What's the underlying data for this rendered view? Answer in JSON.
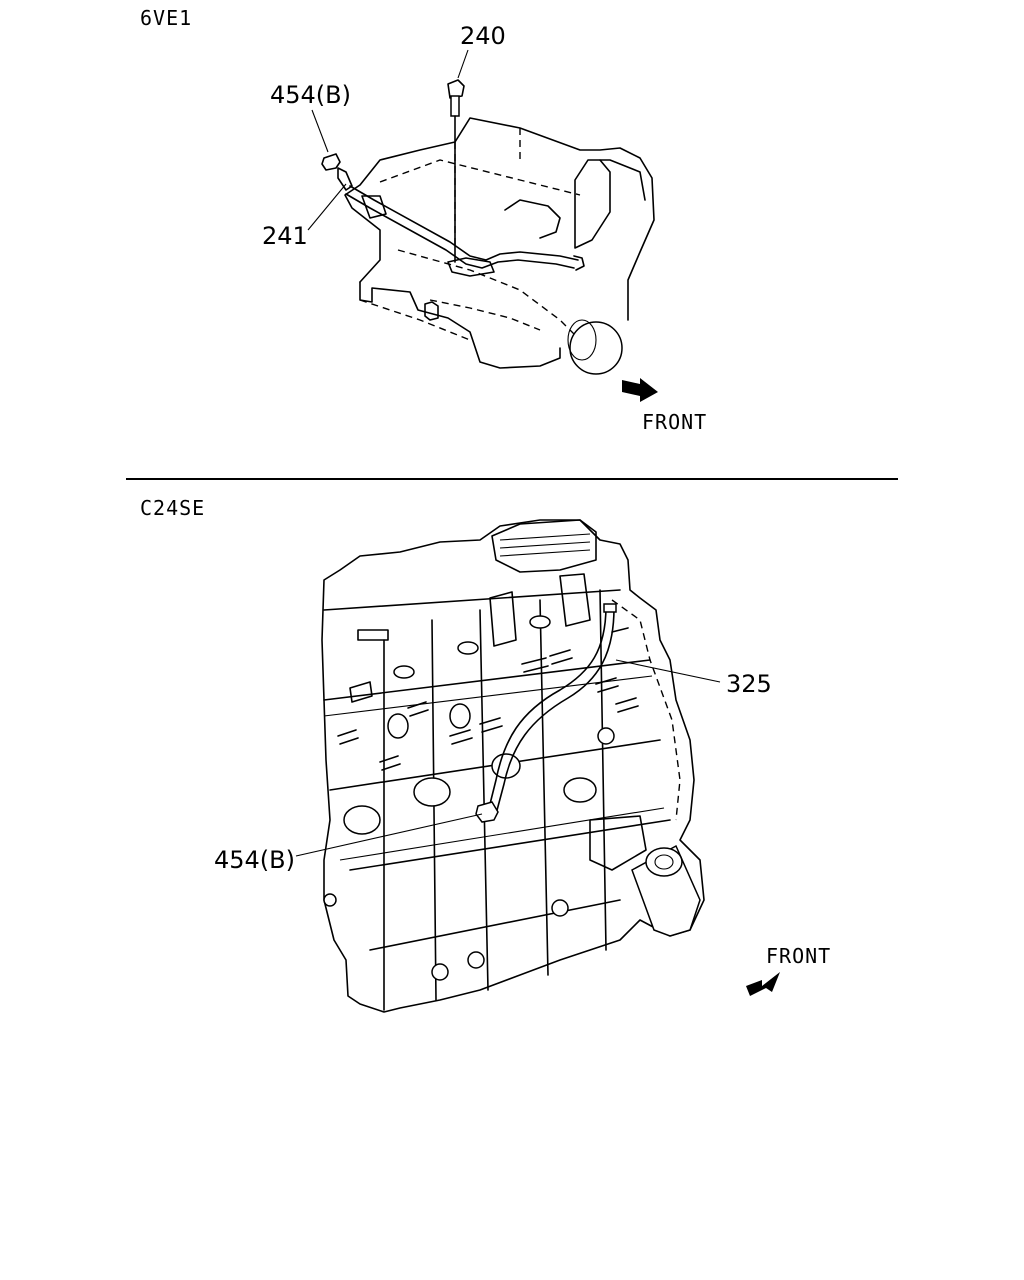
{
  "section_top": {
    "engine_code": "6VE1",
    "labels": {
      "part_240": "240",
      "part_454b": "454(B)",
      "part_241": "241"
    },
    "front": "FRONT"
  },
  "section_bottom": {
    "engine_code": "C24SE",
    "labels": {
      "part_325": "325",
      "part_454b": "454(B)"
    },
    "front": "FRONT"
  }
}
